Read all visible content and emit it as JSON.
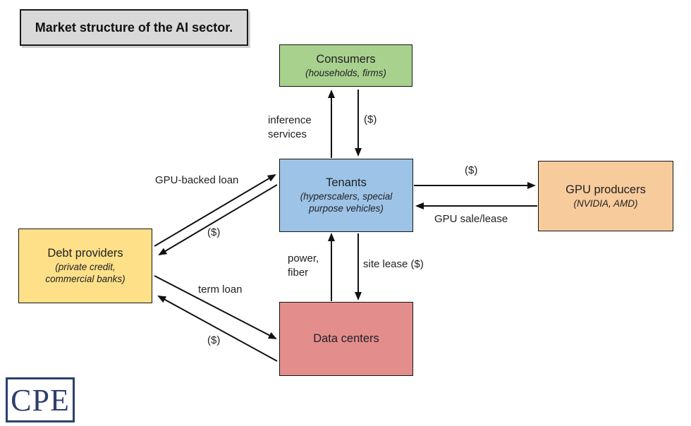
{
  "title": {
    "text": "Market structure of the AI sector."
  },
  "nodes": {
    "consumers": {
      "label": "Consumers",
      "sublabel": "(households, firms)",
      "color": "#a9d18e"
    },
    "tenants": {
      "label": "Tenants",
      "sublabel": "(hyperscalers, special\npurpose vehicles)",
      "color": "#9dc3e6"
    },
    "gpu_producers": {
      "label": "GPU producers",
      "sublabel": "(NVIDIA, AMD)",
      "color": "#f8cb9c"
    },
    "debt_providers": {
      "label": "Debt providers",
      "sublabel": "(private credit,\ncommercial banks)",
      "color": "#fde088"
    },
    "data_centers": {
      "label": "Data centers",
      "color": "#e48d8d"
    }
  },
  "edges": [
    {
      "from": "tenants",
      "to": "consumers",
      "label": "inference\nservices"
    },
    {
      "from": "consumers",
      "to": "tenants",
      "label": "($)"
    },
    {
      "from": "debt_providers",
      "to": "tenants",
      "label": "GPU-backed loan"
    },
    {
      "from": "tenants",
      "to": "debt_providers",
      "label": "($)"
    },
    {
      "from": "tenants",
      "to": "gpu_producers",
      "label": "($)"
    },
    {
      "from": "gpu_producers",
      "to": "tenants",
      "label": "GPU sale/lease"
    },
    {
      "from": "data_centers",
      "to": "tenants",
      "label": "power,\nfiber"
    },
    {
      "from": "tenants",
      "to": "data_centers",
      "label": "site lease ($)"
    },
    {
      "from": "debt_providers",
      "to": "data_centers",
      "label": "term loan"
    },
    {
      "from": "data_centers",
      "to": "debt_providers",
      "label": "($)"
    }
  ],
  "logo": {
    "text": "CPE",
    "color": "#2d3f6e"
  }
}
